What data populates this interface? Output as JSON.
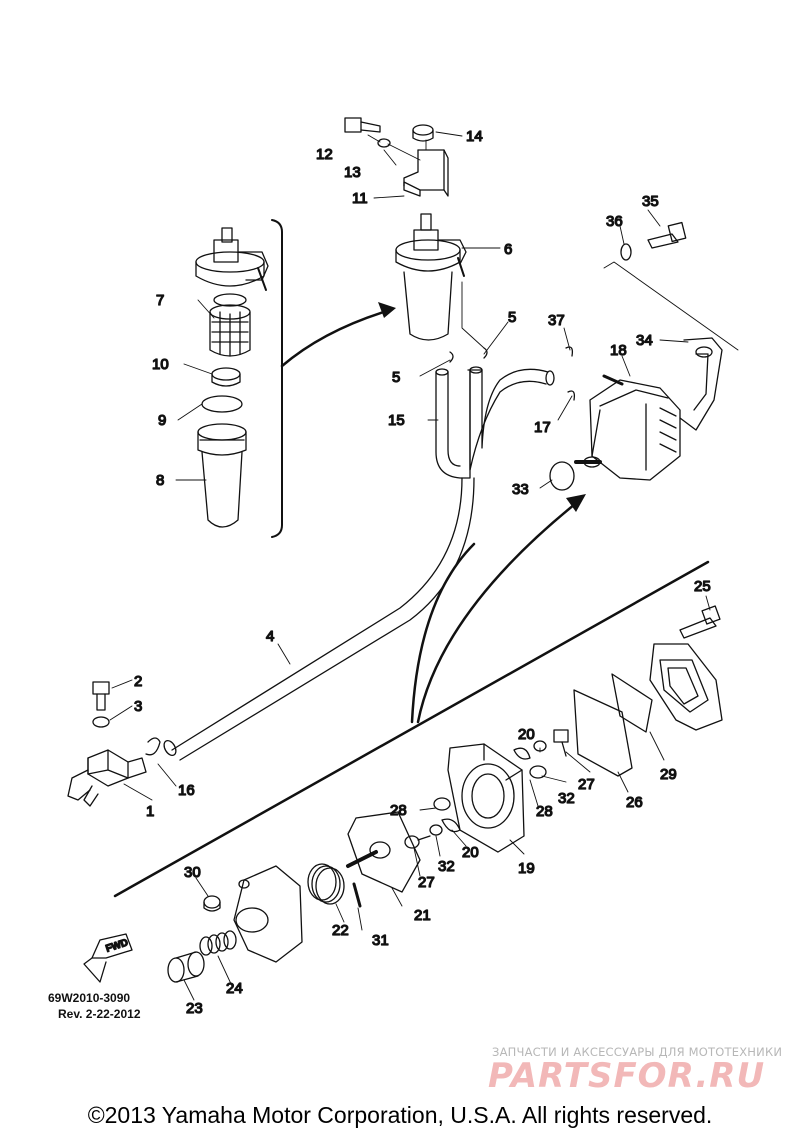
{
  "diagram": {
    "callouts": [
      {
        "label": "1"
      },
      {
        "label": "2"
      },
      {
        "label": "3"
      },
      {
        "label": "4"
      },
      {
        "label": "5"
      },
      {
        "label": "5"
      },
      {
        "label": "6"
      },
      {
        "label": "7"
      },
      {
        "label": "8"
      },
      {
        "label": "9"
      },
      {
        "label": "10"
      },
      {
        "label": "11"
      },
      {
        "label": "12"
      },
      {
        "label": "13"
      },
      {
        "label": "14"
      },
      {
        "label": "15"
      },
      {
        "label": "16"
      },
      {
        "label": "17"
      },
      {
        "label": "18"
      },
      {
        "label": "19"
      },
      {
        "label": "20"
      },
      {
        "label": "20"
      },
      {
        "label": "21"
      },
      {
        "label": "22"
      },
      {
        "label": "23"
      },
      {
        "label": "24"
      },
      {
        "label": "25"
      },
      {
        "label": "26"
      },
      {
        "label": "27"
      },
      {
        "label": "27"
      },
      {
        "label": "28"
      },
      {
        "label": "28"
      },
      {
        "label": "29"
      },
      {
        "label": "30"
      },
      {
        "label": "31"
      },
      {
        "label": "32"
      },
      {
        "label": "32"
      },
      {
        "label": "33"
      },
      {
        "label": "34"
      },
      {
        "label": "35"
      },
      {
        "label": "36"
      },
      {
        "label": "37"
      }
    ],
    "fwd_label": "FWD",
    "reference_code": "69W2010-3090",
    "revision": "Rev.  2-22-2012"
  },
  "watermark": {
    "tagline": "ЗАПЧАСТИ И АКСЕССУАРЫ ДЛЯ МОТОТЕХНИКИ",
    "logo": "PARTSFOR.RU"
  },
  "footer": {
    "copyright": "©2013 Yamaha Motor Corporation, U.S.A. All rights reserved."
  }
}
